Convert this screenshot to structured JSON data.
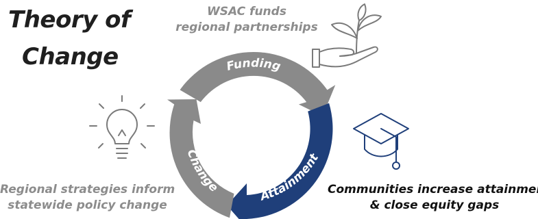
{
  "title": {
    "line1": "Theory of",
    "line2": "Change"
  },
  "captions": {
    "funding": [
      "WSAC funds",
      "regional partnerships"
    ],
    "change": [
      "Regional strategies inform",
      "statewide policy change"
    ],
    "attainment": [
      "Communities increase attainment",
      "& close equity gaps"
    ]
  },
  "cycle": {
    "segments": [
      {
        "label": "Funding",
        "color": "#8a8a8a"
      },
      {
        "label": "Attainment",
        "color": "#1f3f7a"
      },
      {
        "label": "Change",
        "color": "#8a8a8a"
      }
    ]
  },
  "icons": {
    "funding": "hand-with-seedling-icon",
    "change": "lightbulb-icon",
    "attainment": "graduation-cap-icon"
  },
  "colors": {
    "grey": "#8a8a8a",
    "navy": "#1f3f7a",
    "icon_grey": "#7a7a7a"
  }
}
